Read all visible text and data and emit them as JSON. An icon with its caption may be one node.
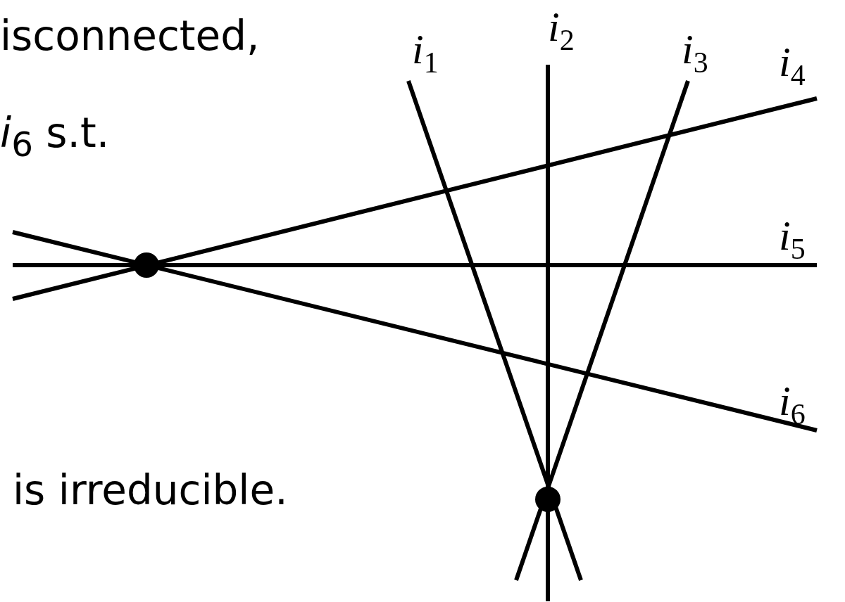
{
  "diagram": {
    "labels": [
      "isconnected,",
      "*i*$_{6}$ s.t.",
      "is irreducible.",
      "*i*$_{1}$",
      "*i*$_{2}$",
      "*i*$_{3}$",
      "*i*$_{4}$",
      "*i*$_{5}$",
      "*i*$_{6}$"
    ]
  }
}
